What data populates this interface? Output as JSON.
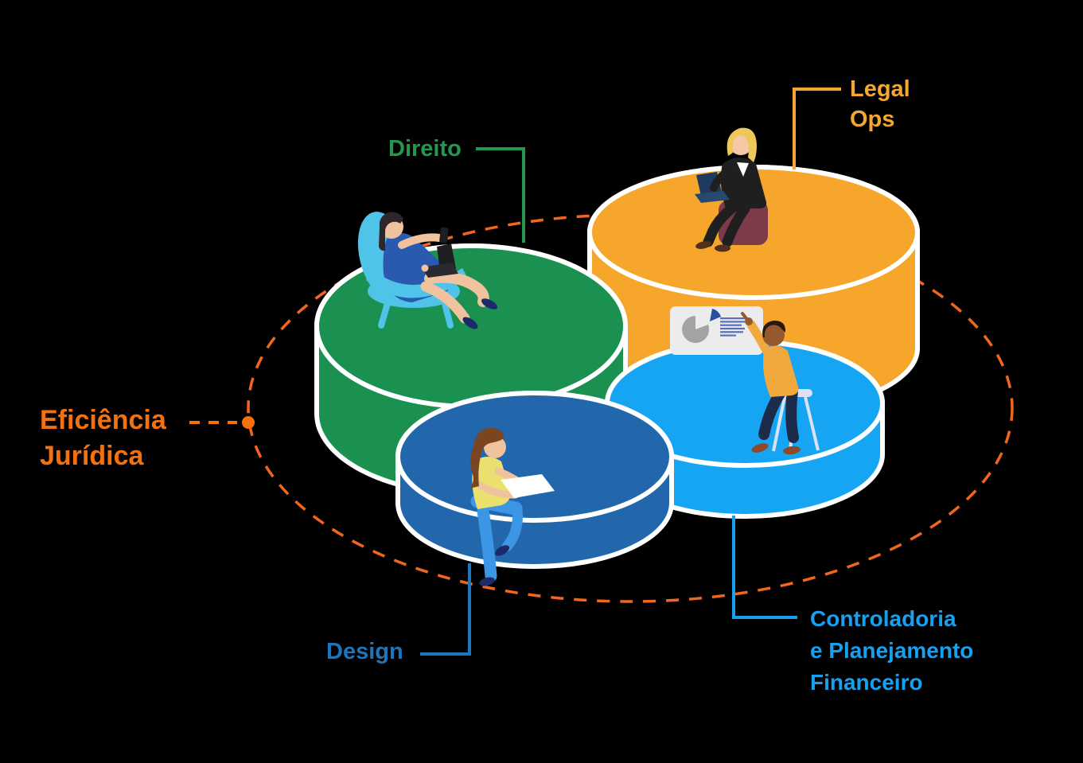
{
  "scene": {
    "background_color": "#000000",
    "orbit": {
      "label": "Eficiência\nJurídica",
      "label_color": "#F4710D",
      "line_color": "#F0661E"
    },
    "platforms": {
      "direito": {
        "label": "Direito",
        "label_color": "#23984E",
        "platform_color": "#1A9150"
      },
      "legal_ops": {
        "label": "Legal\nOps",
        "label_color": "#F5A733",
        "platform_color": "#F5A62B"
      },
      "design": {
        "label": "Design",
        "label_color": "#1C76BE",
        "platform_color": "#2267AC"
      },
      "controladoria": {
        "label": "Controladoria\ne Planejamento\nFinanceiro",
        "label_color": "#18A0EE",
        "platform_color": "#16A5F2"
      }
    }
  }
}
